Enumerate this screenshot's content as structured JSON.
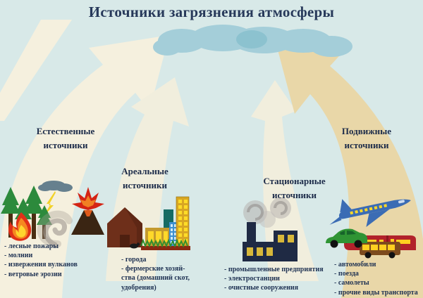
{
  "title": "Источники загрязнения атмосферы",
  "palette": {
    "background": "#d8e9e8",
    "title_text": "#27395a",
    "heading_text": "#1c2b49",
    "list_text": "#1e3152",
    "cloud": "#a4ced9",
    "cloud_shadow": "#8cc2cf",
    "arrow_cream": "#f5f0de",
    "arrow_pale": "#f1eedd",
    "arrow_tan": "#e9d7a8"
  },
  "cloud": {
    "name": "atmosphere-cloud"
  },
  "sections": [
    {
      "id": "natural",
      "heading": "Естественные источники",
      "icons": [
        "pine-trees-icon",
        "fire-icon",
        "storm-cloud-icon",
        "lightning-icon",
        "smoke-tornado-icon",
        "volcano-icon"
      ],
      "items": [
        "- лесные пожары",
        "- молнии",
        "- извержения вулканов",
        "- ветровые эрозии"
      ]
    },
    {
      "id": "areal",
      "heading": "Ареальные источники",
      "icons": [
        "barn-icon",
        "city-buildings-icon",
        "crops-icon",
        "livestock-icon"
      ],
      "items": [
        "- города",
        "- фермерские хозяй-",
        "ства (домашний скот,",
        "удобрения)"
      ]
    },
    {
      "id": "stationary",
      "heading": "Стационарные источники",
      "icons": [
        "factory-icon",
        "smoke-icon"
      ],
      "items": [
        "- промышленные предприятия",
        "- электростанции",
        "- очистные сооружения"
      ]
    },
    {
      "id": "mobile",
      "heading": "Подвижные источники",
      "icons": [
        "airplane-icon",
        "car-icon",
        "train-icon",
        "bus-icon"
      ],
      "items": [
        "- автомобили",
        "- поезда",
        "- самолеты",
        "- прочие виды транспорта"
      ]
    }
  ]
}
